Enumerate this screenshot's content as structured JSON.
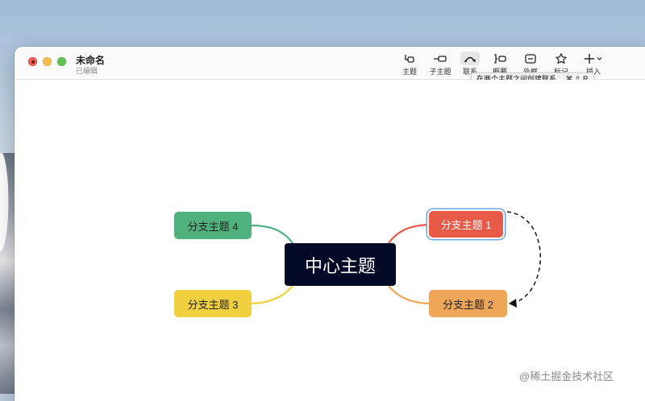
{
  "window": {
    "title": "未命名",
    "status": "已编辑"
  },
  "toolbar": {
    "tools": [
      {
        "label": "主题",
        "icon": "topic-icon"
      },
      {
        "label": "子主题",
        "icon": "subtopic-icon"
      },
      {
        "label": "联系",
        "icon": "relationship-icon",
        "active": true
      },
      {
        "label": "概要",
        "icon": "summary-icon"
      },
      {
        "label": "外框",
        "icon": "boundary-icon"
      },
      {
        "label": "标记",
        "icon": "star-icon"
      },
      {
        "label": "插入",
        "icon": "plus-icon"
      }
    ],
    "tooltip": "在两个主题之间创建联系。 ⌘ ⇧ R"
  },
  "mindmap": {
    "central_topic": "中心主题",
    "branches": [
      {
        "label": "分支主题 1",
        "color": "#e65a47"
      },
      {
        "label": "分支主题 2",
        "color": "#eea759"
      },
      {
        "label": "分支主题 3",
        "color": "#f0d03f"
      },
      {
        "label": "分支主题 4",
        "color": "#4fb27e"
      }
    ],
    "relationship": {
      "from": "分支主题 1",
      "to": "分支主题 2",
      "style": "dashed"
    }
  },
  "watermark": "@稀土掘金技术社区",
  "colors": {
    "center": "#020a26",
    "selection": "#6aa6e0"
  }
}
